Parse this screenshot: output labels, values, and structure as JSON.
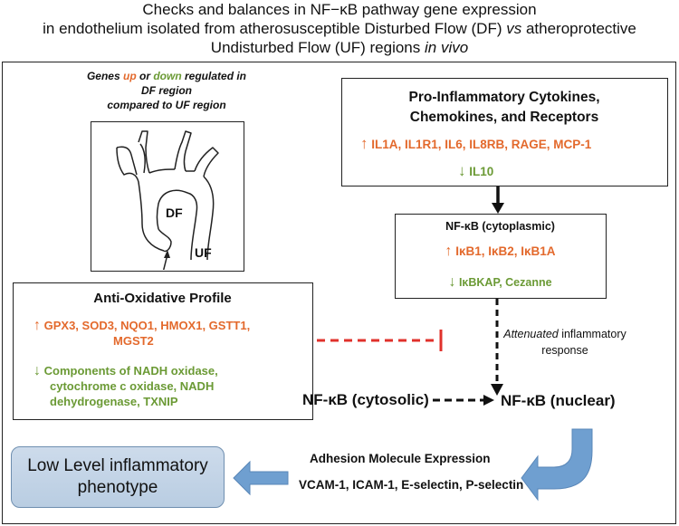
{
  "title": {
    "line1": "Checks and balances in NF−κB pathway gene expression",
    "line2_pre": "in endothelium isolated from atherosusceptible Disturbed Flow (DF) ",
    "line2_vs": "vs",
    "line2_post": " atheroprotective",
    "line3_pre": "Undisturbed Flow (UF) regions ",
    "line3_italic": "in vivo"
  },
  "aorta_caption": {
    "pre": "Genes ",
    "up": "up",
    "mid": " or ",
    "down": "down",
    "post": " regulated in",
    "line2": "DF  region",
    "line3": "compared to UF region"
  },
  "aorta_labels": {
    "df": "DF",
    "uf": "UF"
  },
  "cytokines": {
    "heading1": "Pro-Inflammatory Cytokines,",
    "heading2": "Chemokines, and Receptors",
    "up_arrow": "↑",
    "up": "IL1A, IL1R1, IL6, IL8RB, RAGE, MCP-1",
    "down_arrow": "↓",
    "down": "IL10"
  },
  "nfkb_cyto_box": {
    "heading": "NF-κB (cytoplasmic)",
    "up_arrow": "↑",
    "up": "IκB1, IκB2, IκB1A",
    "down_arrow": "↓",
    "down": "IκBKAP, Cezanne"
  },
  "antioxidative": {
    "heading": "Anti-Oxidative Profile",
    "up_arrow": "↑",
    "up_line1": "GPX3, SOD3, NQO1, HMOX1, GSTT1,",
    "up_line2": "MGST2",
    "down_arrow": "↓",
    "down_line1": "Components of NADH oxidase,",
    "down_line2": "cytochrome c oxidase, NADH",
    "down_line3": "dehydrogenase, TXNIP"
  },
  "attenuated": {
    "italic": "Attenuated",
    "rest1": " inflammatory",
    "rest2": "response"
  },
  "nfkb_cytosolic": "NF-κB (cytosolic)",
  "nfkb_nuclear": "NF-κB (nuclear)",
  "adhesion": {
    "heading": "Adhesion Molecule Expression",
    "molecules": "VCAM-1, ICAM-1, E-selectin, P-selectin"
  },
  "low_level": {
    "line1": "Low Level inflammatory",
    "line2": "phenotype"
  },
  "colors": {
    "up": "#e3692c",
    "down": "#6b9a35",
    "inhibit_arrow": "#e0312b",
    "blue_arrow": "#6f9fd0"
  }
}
